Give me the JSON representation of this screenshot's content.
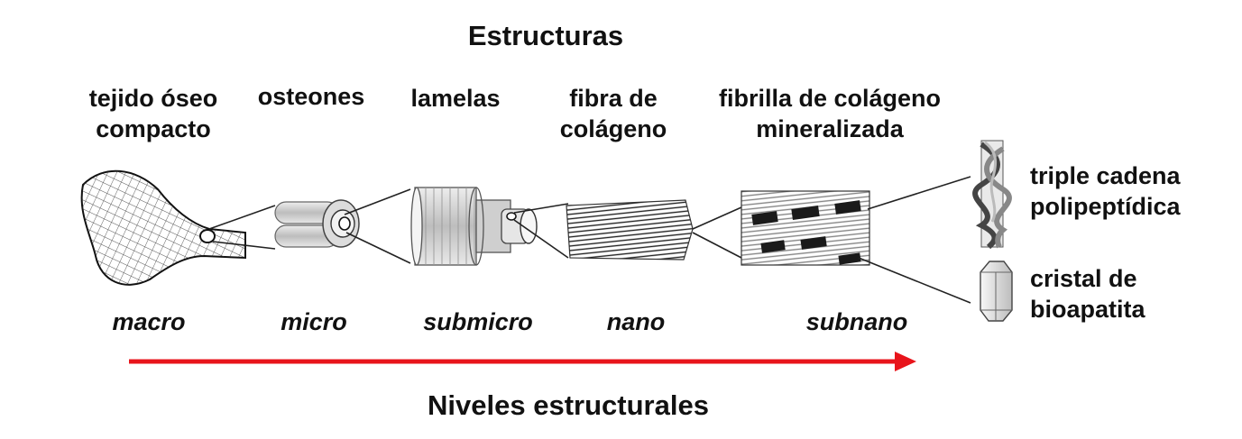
{
  "title": "Estructuras",
  "structures": {
    "bone": [
      "tejido óseo",
      "compacto"
    ],
    "osteons": "osteones",
    "lamellae": "lamelas",
    "fiber": [
      "fibra de",
      "colágeno"
    ],
    "fibril": [
      "fibrilla de colágeno",
      "mineralizada"
    ],
    "triple_helix": [
      "triple cadena",
      "polipeptídica"
    ],
    "crystal": [
      "cristal de",
      "bioapatita"
    ]
  },
  "levels": [
    "macro",
    "micro",
    "submicro",
    "nano",
    "subnano"
  ],
  "axis_label": "Niveles estructurales",
  "colors": {
    "arrow": "#e8141b",
    "text": "#111111",
    "line": "#222222"
  }
}
